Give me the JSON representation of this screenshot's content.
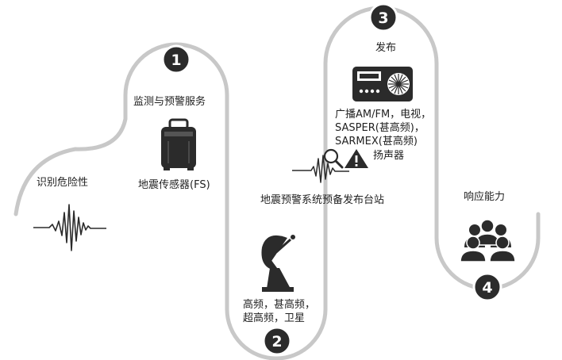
{
  "stages": {
    "hazard": {
      "label": "识别危险性"
    },
    "monitoring": {
      "number": "1",
      "label": "监测与预警服务",
      "sensor_label": "地震传感器(FS)"
    },
    "transmission": {
      "number": "2",
      "label_line1": "高频，甚高频，",
      "label_line2": "超高频，卫星"
    },
    "station": {
      "label": "地震预警系统预备发布台站"
    },
    "dissemination": {
      "number": "3",
      "label": "发布",
      "channels_line1": "广播AM/FM，电视，",
      "channels_line2": "SASPER(甚高频)，",
      "channels_line3": "SARMEX(甚高频)",
      "channels_line4": "扬声器"
    },
    "response": {
      "number": "4",
      "label": "响应能力"
    }
  },
  "colors": {
    "line": "#c8c8c8",
    "badge": "#2b2b2b",
    "icon": "#2b2b2b",
    "text": "#222222"
  },
  "icons": [
    "seismic-wave-icon",
    "seismic-sensor-icon",
    "satellite-dish-icon",
    "magnifier-wave-icon",
    "warning-icon",
    "radio-icon",
    "people-group-icon"
  ]
}
